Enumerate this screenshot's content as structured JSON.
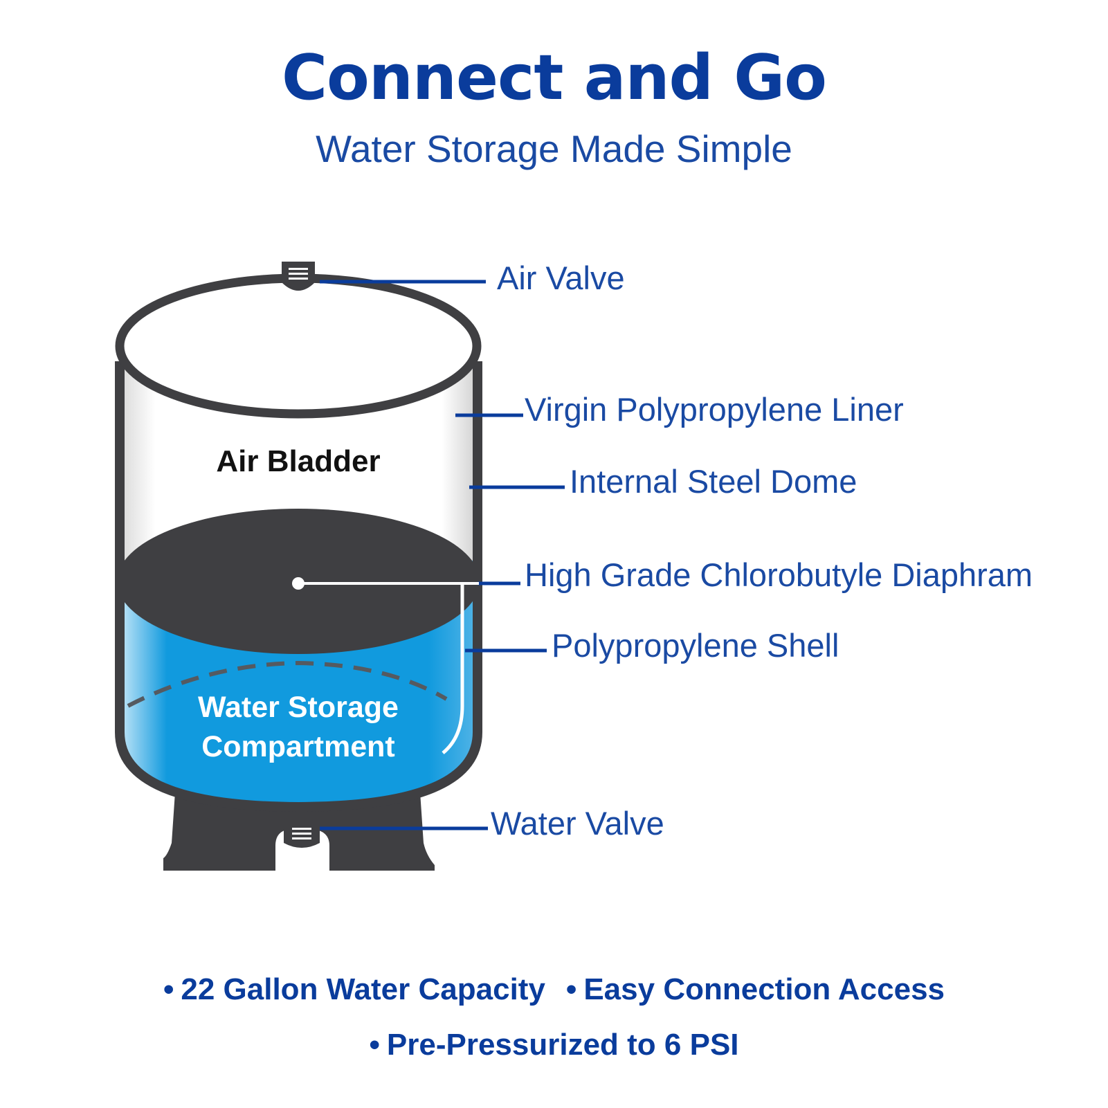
{
  "header": {
    "title": "Connect and Go",
    "subtitle": "Water Storage Made Simple"
  },
  "tank": {
    "air_bladder_label": "Air Bladder",
    "water_compartment_line1": "Water Storage",
    "water_compartment_line2": "Compartment"
  },
  "callouts": {
    "air_valve": "Air Valve",
    "liner": "Virgin Polypropylene Liner",
    "steel_dome": "Internal Steel Dome",
    "diaphragm": "High Grade Chlorobutyle Diaphram",
    "shell": "Polypropylene Shell",
    "water_valve": "Water Valve"
  },
  "features": {
    "bullet": "•",
    "item1": "22 Gallon Water Capacity",
    "item2": "Easy Connection Access",
    "item3": "Pre-Pressurized to 6 PSI"
  },
  "colors": {
    "brand_blue": "#0a3c9c",
    "water_blue": "#119ade",
    "tank_outline": "#3f3f42"
  }
}
